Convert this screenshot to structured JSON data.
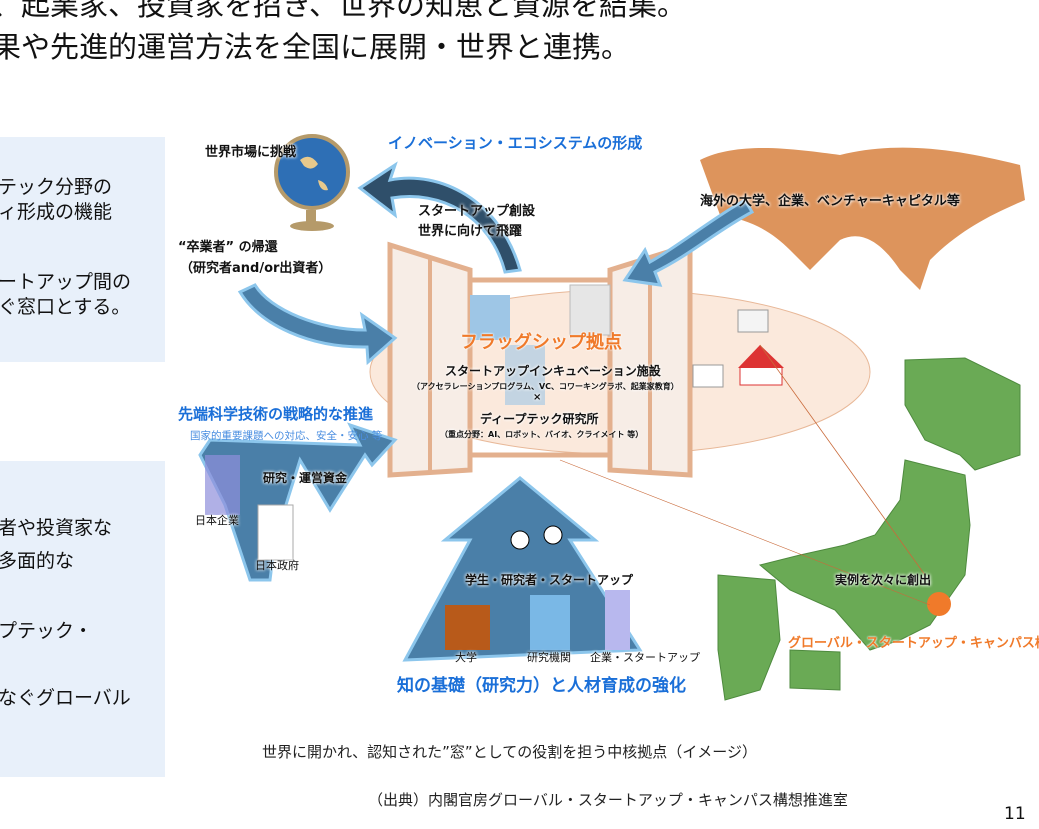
{
  "header": {
    "line1": "、起業家、投資家を招き、世界の知恵と資源を結集。",
    "line2": "果や先進的運営方法を全国に展開・世界と連携。"
  },
  "left_panel_top": {
    "lines": [
      "テック分野の",
      "ィ形成の機能",
      "ートアップ間の",
      "ぐ窓口とする。"
    ]
  },
  "left_panel_bottom": {
    "lines": [
      "者や投資家な",
      "多面的な",
      "プテック・",
      "なぐグローバル"
    ]
  },
  "diagram": {
    "world_challenge": "世界市場に挑戦",
    "ecosystem_title": "イノベーション・エコシステムの形成",
    "startup_launch": [
      "スタートアップ創設",
      "世界に向けて飛躍"
    ],
    "overseas": "海外の大学、企業、ベンチャーキャピタル等",
    "graduates": [
      "“卒業者” の帰還",
      "（研究者and/or出資者）"
    ],
    "flagship": "フラッグシップ拠点",
    "incubation": "スタートアップインキュベーション施設",
    "incubation_sub": "（アクセラレーションプログラム、VC、コワーキングラボ、起業家教育）",
    "times": "×",
    "deeptech": "ディープテック研究所",
    "deeptech_sub": "（重点分野：AI、ロボット、バイオ、クライメイト 等）",
    "strategic_title": "先端科学技術の戦略的な推進",
    "strategic_sub": "国家的重要課題への対応、安全・安心 等",
    "funding": "研究・運営資金",
    "jp_company": "日本企業",
    "jp_government": "日本政府",
    "students": "学生・研究者・スタートアップ",
    "university": "大学",
    "research_inst": "研究機関",
    "companies": "企業・スタートアップ",
    "foundation_title": "知の基礎（研究力）と人材育成の強化",
    "examples": "実例を次々に創出",
    "campus_concept": "グローバル・スタートアップ・キャンパス構想",
    "colors": {
      "blue_text": "#1a6fd8",
      "orange_text": "#f07a2a",
      "arrow": "#4a7fa8",
      "map_green": "#6aaa55",
      "world_map": "#d9884a",
      "frame": "#e8b898"
    }
  },
  "caption": "世界に開かれ、認知された”窓”としての役割を担う中核拠点（イメージ）",
  "source": "（出典）内閣官房グローバル・スタートアップ・キャンパス構想推進室",
  "page_number": "11"
}
